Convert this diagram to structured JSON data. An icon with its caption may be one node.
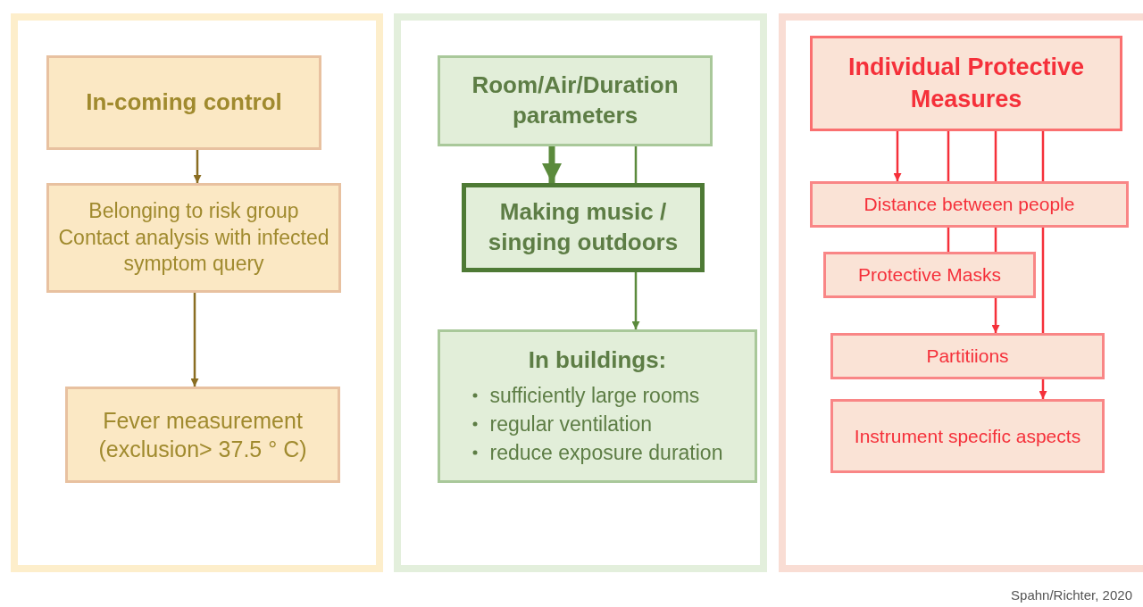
{
  "diagram": {
    "nodes": [
      {
        "text": [],
        "shape": "box"
      },
      {
        "text": [
          "In-coming control"
        ],
        "in": 0
      },
      {
        "text": [
          "Belonging to risk group Contact analysis with infected symptom query"
        ],
        "in": 0
      },
      {
        "text": [
          "Fever measurement (exclusion> 37.5 ° C)"
        ],
        "in": 0
      },
      {
        "text": [],
        "shape": "box"
      },
      {
        "text": [
          "Room/Air/Duration parameters"
        ],
        "in": 4
      },
      {
        "text": [
          "Making music / singing outdoors"
        ],
        "in": 4
      },
      {
        "text": [
          "In buildings:",
          "sufficiently large rooms",
          "regular ventilation",
          "reduce exposure duration"
        ],
        "in": 4
      },
      {
        "text": [],
        "shape": "box"
      },
      {
        "text": [
          "Individual Protective Measures"
        ],
        "in": 8
      },
      {
        "text": [
          "Distance between people"
        ],
        "in": 8
      },
      {
        "text": [
          "Protective Masks"
        ],
        "in": 8
      },
      {
        "text": [
          "Partitiions"
        ],
        "in": 8
      },
      {
        "text": [
          "Instrument specific aspects"
        ],
        "in": 8
      }
    ],
    "edges": [
      {
        "from": 1,
        "to": 2,
        "arrow": "to",
        "color": "#8a6d22"
      },
      {
        "from": 2,
        "to": 3,
        "arrow": "to",
        "color": "#8a6d22"
      },
      {
        "from": 5,
        "to": 6,
        "arrow": "to",
        "style": "thick",
        "color": "#5b8a3c"
      },
      {
        "from": 5,
        "to": 6,
        "arrow": "none",
        "color": "#5b8a3c"
      },
      {
        "from": 6,
        "to": 7,
        "arrow": "to",
        "color": "#5b8a3c"
      },
      {
        "from": 9,
        "to": 10,
        "arrow": "to"
      },
      {
        "from": 9,
        "to": 10,
        "arrow": "none"
      },
      {
        "from": 9,
        "to": 10,
        "arrow": "none"
      },
      {
        "from": 9,
        "to": 10,
        "arrow": "none"
      },
      {
        "from": 10,
        "to": 11,
        "arrow": "none"
      },
      {
        "from": 10,
        "to": 11,
        "arrow": "none"
      },
      {
        "from": 11,
        "to": 12,
        "arrow": "to"
      },
      {
        "from": 10,
        "to": 12,
        "arrow": "none"
      },
      {
        "from": 12,
        "to": 13,
        "arrow": "to"
      }
    ],
    "labels": [
      "Spahn/Richter, 2020"
    ]
  }
}
